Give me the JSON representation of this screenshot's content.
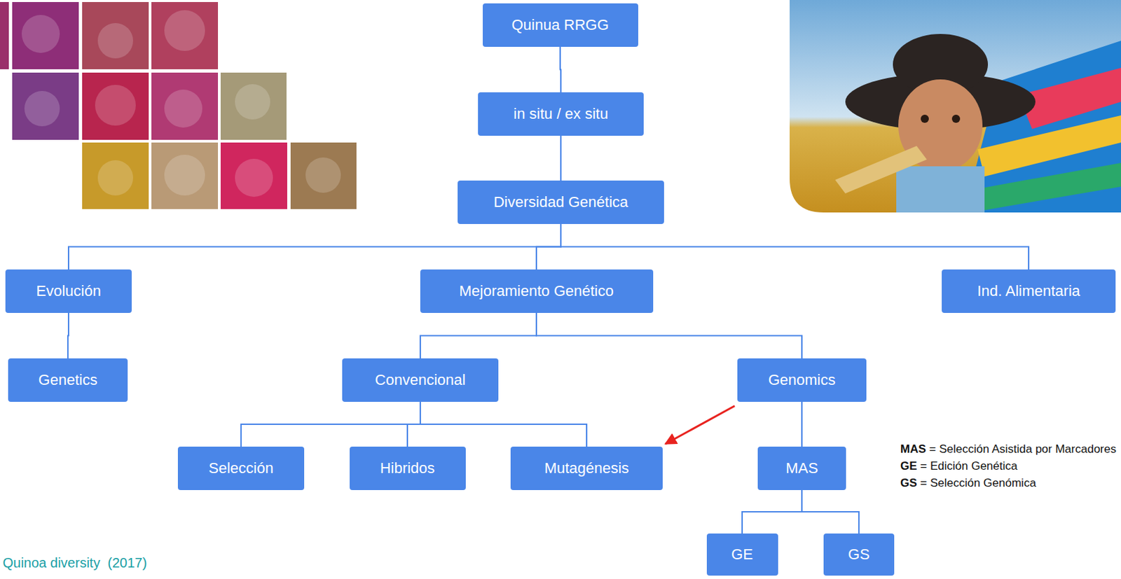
{
  "diagram": {
    "nodes": [
      {
        "text": [
          "Quinua RRGG"
        ]
      },
      {
        "text": [
          "in situ / ex situ"
        ]
      },
      {
        "text": [
          "Diversidad Genética"
        ]
      },
      {
        "text": [
          "Evolución"
        ]
      },
      {
        "text": [
          "Mejoramiento Genético"
        ]
      },
      {
        "text": [
          "Ind. Alimentaria"
        ]
      },
      {
        "text": [
          "Genetics"
        ]
      },
      {
        "text": [
          "Convencional"
        ]
      },
      {
        "text": [
          "Genomics"
        ]
      },
      {
        "text": [
          "Selección"
        ]
      },
      {
        "text": [
          "Hibridos"
        ]
      },
      {
        "text": [
          "Mutagénesis"
        ]
      },
      {
        "text": [
          "MAS"
        ]
      },
      {
        "text": [
          "GE"
        ]
      },
      {
        "text": [
          "GS"
        ]
      }
    ],
    "edges": [
      {
        "from": 0,
        "to": 1,
        "arrow": "none"
      },
      {
        "from": 1,
        "to": 2,
        "arrow": "none"
      },
      {
        "from": 2,
        "to": 3,
        "arrow": "none"
      },
      {
        "from": 2,
        "to": 4,
        "arrow": "none"
      },
      {
        "from": 2,
        "to": 5,
        "arrow": "none"
      },
      {
        "from": 3,
        "to": 6,
        "arrow": "none"
      },
      {
        "from": 4,
        "to": 7,
        "arrow": "none"
      },
      {
        "from": 4,
        "to": 8,
        "arrow": "none"
      },
      {
        "from": 7,
        "to": 9,
        "arrow": "none"
      },
      {
        "from": 7,
        "to": 10,
        "arrow": "none"
      },
      {
        "from": 7,
        "to": 11,
        "arrow": "none"
      },
      {
        "from": 8,
        "to": 12,
        "arrow": "none"
      },
      {
        "from": 12,
        "to": 13,
        "arrow": "none"
      },
      {
        "from": 12,
        "to": 14,
        "arrow": "none"
      },
      {
        "from": 8,
        "to": 11,
        "arrow": "to"
      }
    ],
    "labels": [
      "Quinoa diversity  (2017)",
      "MAS = Selección Asistida por Marcadores",
      "GE = Edición Genética",
      "GS = Selección Genómica"
    ]
  }
}
